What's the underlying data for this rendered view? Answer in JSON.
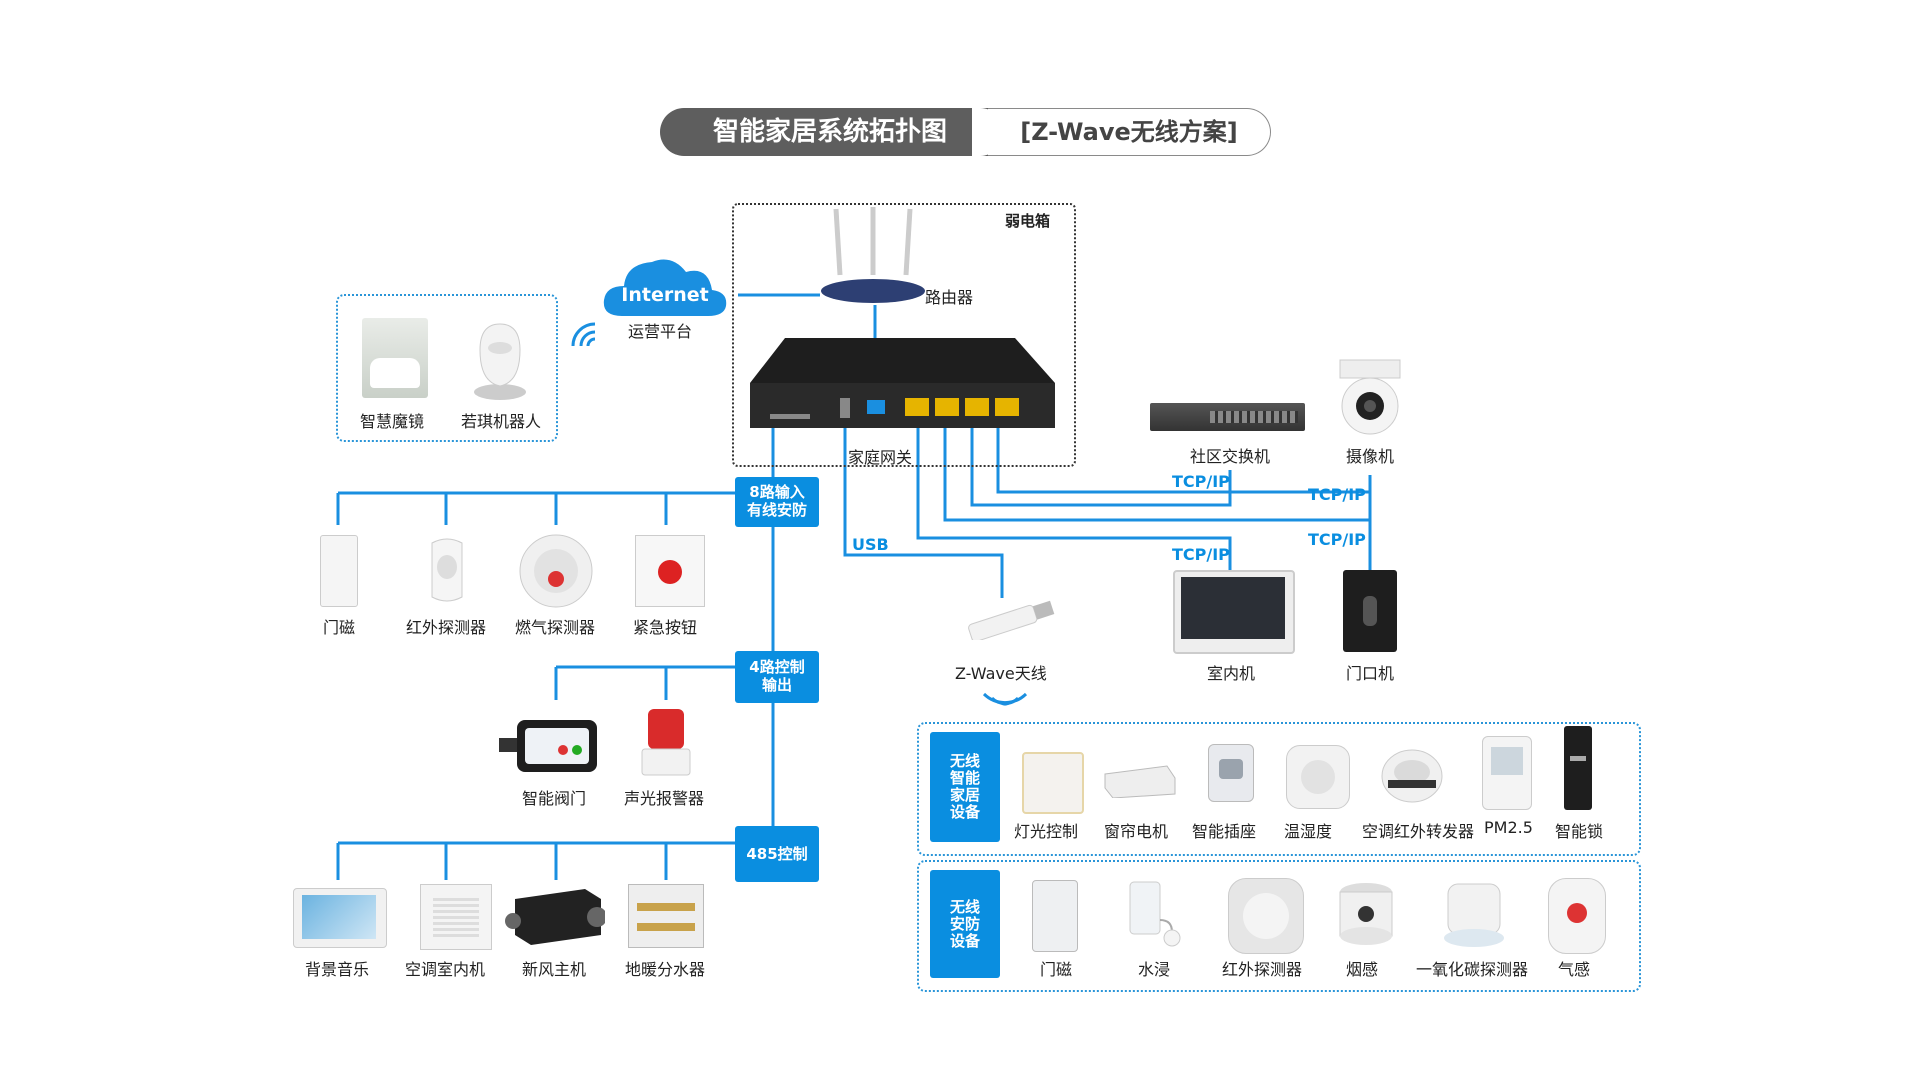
{
  "title": {
    "main": "智能家居系统拓扑图",
    "sub": "[Z-Wave无线方案]"
  },
  "colors": {
    "accent": "#0a8ee0",
    "dark": "#5e5e5e",
    "wire": "#1a8fe0"
  },
  "weak_box": {
    "label": "弱电箱"
  },
  "cloud": {
    "label": "Internet",
    "caption": "运营平台"
  },
  "router": {
    "label": "路由器"
  },
  "gateway": {
    "label": "家庭网关"
  },
  "cloud_devices": [
    {
      "label": "智慧魔镜",
      "icon": "mirror-icon"
    },
    {
      "label": "若琪机器人",
      "icon": "robot-icon"
    }
  ],
  "right_devices": {
    "switch": "社区交换机",
    "camera": "摄像机",
    "indoor": "室内机",
    "door": "门口机",
    "tcp1": "TCP/IP",
    "tcp2": "TCP/IP",
    "tcp3": "TCP/IP",
    "tcp4": "TCP/IP",
    "usb": "USB",
    "antenna": "Z-Wave天线"
  },
  "bus_labels": {
    "alarm": "8路输入\n有线安防",
    "control": "4路控制\n输出",
    "rs485": "485控制"
  },
  "alarm_devices": [
    {
      "label": "门磁"
    },
    {
      "label": "红外探测器"
    },
    {
      "label": "燃气探测器"
    },
    {
      "label": "紧急按钮"
    }
  ],
  "control_devices": [
    {
      "label": "智能阀门"
    },
    {
      "label": "声光报警器"
    }
  ],
  "rs485_devices": [
    {
      "label": "背景音乐"
    },
    {
      "label": "空调室内机"
    },
    {
      "label": "新风主机"
    },
    {
      "label": "地暖分水器"
    }
  ],
  "wireless_smart": {
    "category": "无线\n智能\n家居\n设备",
    "items": [
      {
        "label": "灯光控制"
      },
      {
        "label": "窗帘电机"
      },
      {
        "label": "智能插座"
      },
      {
        "label": "温湿度"
      },
      {
        "label": "空调红外转发器"
      },
      {
        "label": "PM2.5"
      },
      {
        "label": "智能锁"
      }
    ]
  },
  "wireless_security": {
    "category": "无线\n安防\n设备",
    "items": [
      {
        "label": "门磁"
      },
      {
        "label": "水浸"
      },
      {
        "label": "红外探测器"
      },
      {
        "label": "烟感"
      },
      {
        "label": "一氧化碳探测器"
      },
      {
        "label": "气感"
      }
    ]
  }
}
